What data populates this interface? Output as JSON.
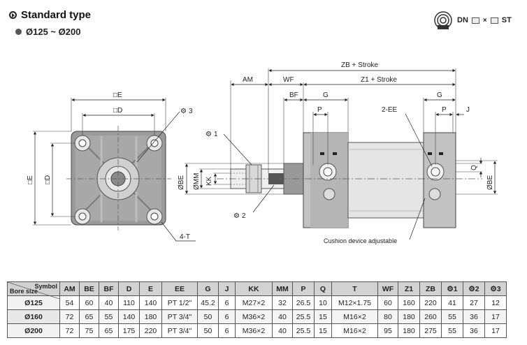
{
  "heading": {
    "title": "Standard type",
    "bore_range": "Ø125 ~ Ø200"
  },
  "mounting": {
    "code": "DN",
    "times": "×",
    "suffix": "ST"
  },
  "drawing": {
    "labels": {
      "zb_stroke": "ZB + Stroke",
      "z1_stroke": "Z1 + Stroke",
      "am": "AM",
      "wf": "WF",
      "bf": "BF",
      "g_left": "G",
      "g_right": "G",
      "p_left": "P",
      "p_right": "P",
      "j": "J",
      "ee": "2-EE",
      "box_e": "□E",
      "box_d": "□D",
      "wrench3": "3",
      "wrench1": "1",
      "wrench2": "2",
      "four_t": "4-T",
      "be_left": "ØBE",
      "be_right": "ØBE",
      "mm": "ØMM",
      "kk": "KK",
      "q": "Q",
      "cushion": "Cushion device adjustable",
      "side_e": "□E",
      "side_d": "□D"
    }
  },
  "table": {
    "corner_symbol": "Symbol",
    "corner_bore": "Bore size",
    "headers": [
      "AM",
      "BE",
      "BF",
      "D",
      "E",
      "EE",
      "G",
      "J",
      "KK",
      "MM",
      "P",
      "Q",
      "T",
      "WF",
      "Z1",
      "ZB",
      "1",
      "2",
      "3"
    ],
    "rows": [
      [
        "Ø125",
        "54",
        "60",
        "40",
        "110",
        "140",
        "PT 1/2\"",
        "45.2",
        "6",
        "M27×2",
        "32",
        "26.5",
        "10",
        "M12×1.75",
        "60",
        "160",
        "220",
        "41",
        "27",
        "12"
      ],
      [
        "Ø160",
        "72",
        "65",
        "55",
        "140",
        "180",
        "PT 3/4\"",
        "50",
        "6",
        "M36×2",
        "40",
        "25.5",
        "15",
        "M16×2",
        "80",
        "180",
        "260",
        "55",
        "36",
        "17"
      ],
      [
        "Ø200",
        "72",
        "75",
        "65",
        "175",
        "220",
        "PT 3/4\"",
        "50",
        "6",
        "M36×2",
        "40",
        "25.5",
        "15",
        "M16×2",
        "95",
        "180",
        "275",
        "55",
        "36",
        "17"
      ]
    ]
  }
}
